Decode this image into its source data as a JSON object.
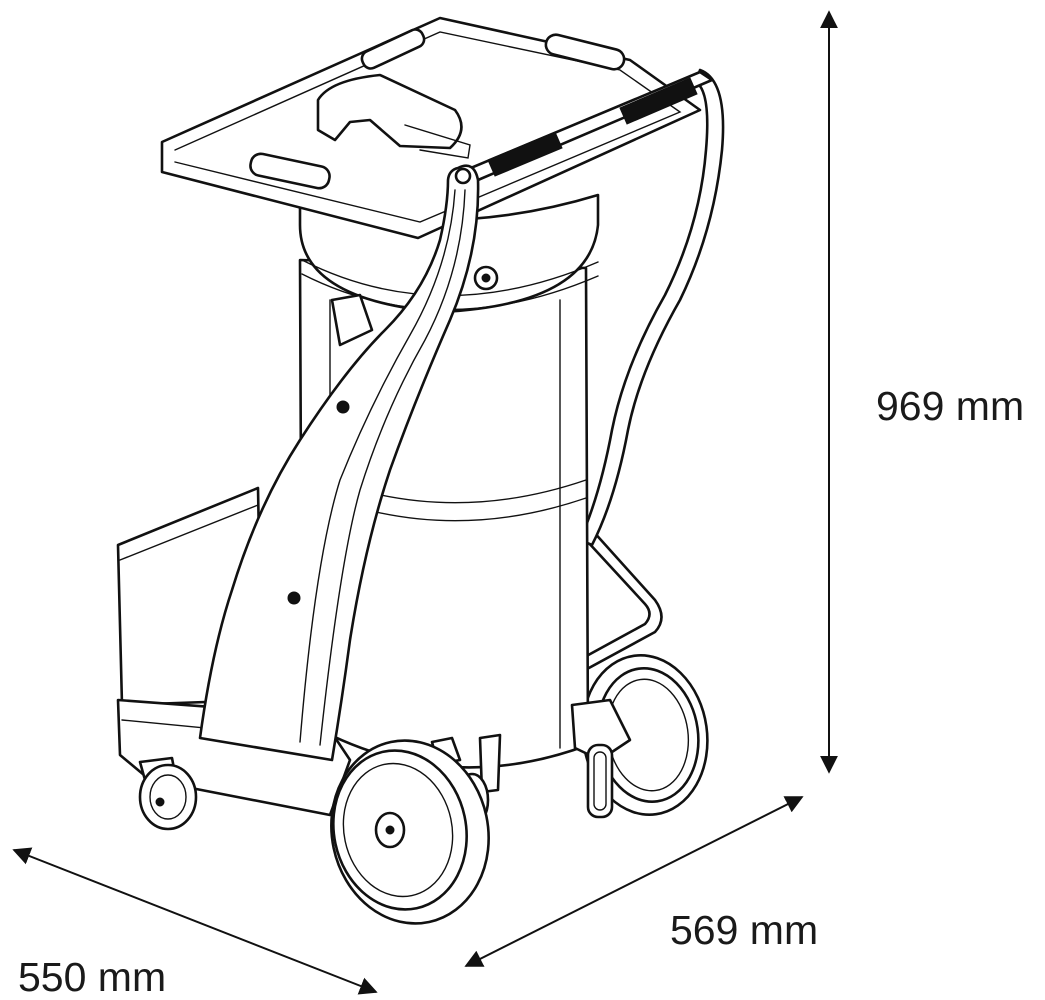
{
  "dimensions": {
    "height": "969 mm",
    "depth": "569 mm",
    "width": "550 mm"
  },
  "colors": {
    "line": "#111111",
    "background": "#ffffff"
  }
}
